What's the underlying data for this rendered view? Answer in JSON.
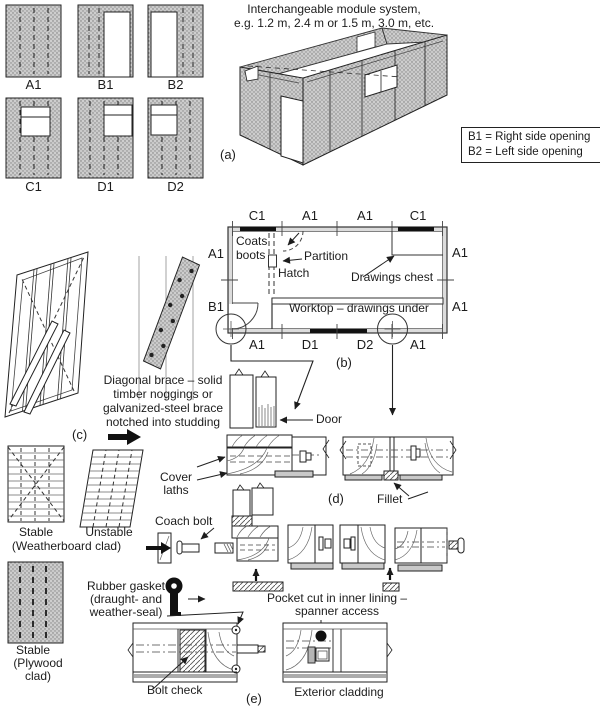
{
  "figure": {
    "title_lines": [
      "Interchangeable module system,",
      "e.g. 1.2 m, 2.4 m or 1.5 m, 3.0 m, etc."
    ],
    "section_labels": {
      "a": "(a)",
      "b": "(b)",
      "c": "(c)",
      "d": "(d)",
      "e": "(e)"
    }
  },
  "module_panels": {
    "row1": [
      "A1",
      "B1",
      "B2"
    ],
    "row2": [
      "C1",
      "D1",
      "D2"
    ]
  },
  "legend": {
    "lines": [
      "B1 = Right side opening",
      "B2 = Left side opening"
    ]
  },
  "plan": {
    "top_labels": [
      "C1",
      "A1",
      "A1",
      "C1"
    ],
    "left_labels": [
      "A1",
      "B1"
    ],
    "right_labels": [
      "A1",
      "A1"
    ],
    "bottom_labels": [
      "A1",
      "D1",
      "D2",
      "A1"
    ],
    "coats_lines": [
      "Coats",
      "boots"
    ],
    "partition": "Partition",
    "hatch": "Hatch",
    "drawings_chest": "Drawings chest",
    "worktop": "Worktop – drawings under"
  },
  "bracing": {
    "caption_lines": [
      "Diagonal brace – solid",
      "timber noggings or",
      "galvanized-steel brace",
      "notched into studding"
    ],
    "stable_weatherboard": "Stable",
    "unstable": "Unstable",
    "weatherboard_clad": "(Weatherboard clad)",
    "stable_plywood": "Stable",
    "plywood_clad": "(Plywood clad)"
  },
  "details": {
    "door": "Door",
    "cover_laths_lines": [
      "Cover",
      "laths"
    ],
    "coach_bolt": "Coach bolt",
    "fillet": "Fillet",
    "rubber_gasket_lines": [
      "Rubber gasket",
      "(draught- and",
      "weather-seal)"
    ],
    "pocket_lines": [
      "Pocket cut in inner lining –",
      "spanner access"
    ],
    "bolt_check": "Bolt check",
    "exterior_cladding": "Exterior cladding"
  },
  "colors": {
    "ink": "#1c1c1c",
    "panel_fill": "#c9c9c9",
    "background": "#ffffff"
  }
}
